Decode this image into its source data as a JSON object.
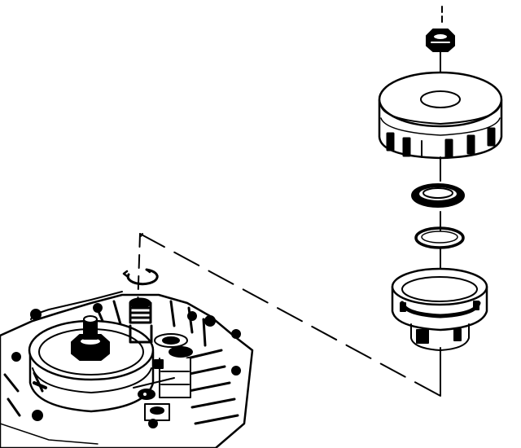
{
  "diagram": {
    "style": "black line-art exploded assembly view",
    "background_color": "#ffffff",
    "line_color": "#000000",
    "text_labels": [],
    "components": [
      {
        "name": "retaining-nut",
        "icon": "hex-nut-icon"
      },
      {
        "name": "drum-housing",
        "icon": "drum-icon"
      },
      {
        "name": "upper-seal-ring",
        "icon": "seal-ring-icon"
      },
      {
        "name": "lower-seal-ring",
        "icon": "seal-ring-icon"
      },
      {
        "name": "hub",
        "icon": "hub-icon"
      },
      {
        "name": "snap-ring",
        "icon": "snap-ring-icon"
      },
      {
        "name": "transmission-case",
        "icon": "case-icon"
      }
    ]
  }
}
